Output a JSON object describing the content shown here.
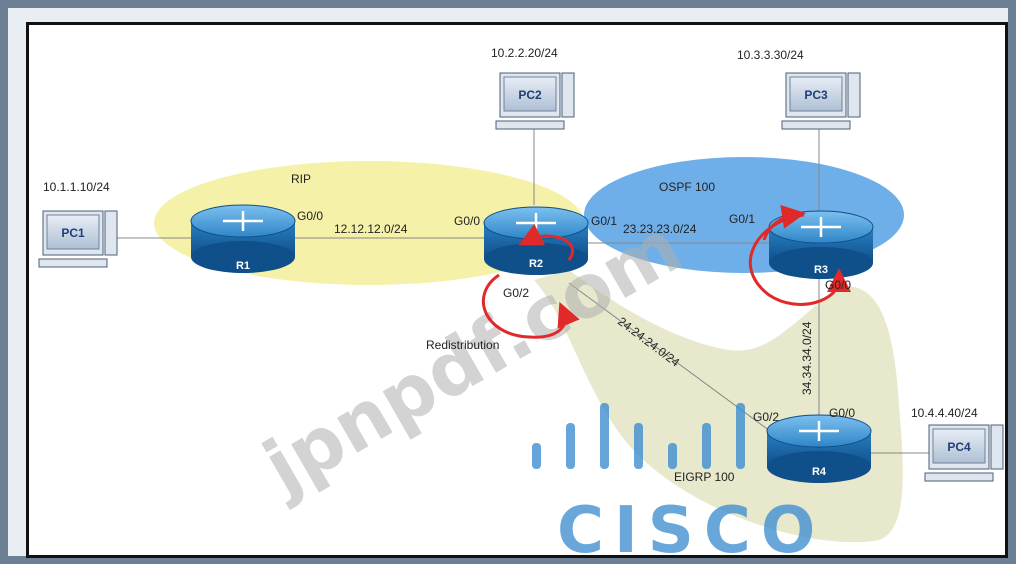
{
  "colors": {
    "rip_zone": "#f3ef9a",
    "ospf_zone": "#5aa4e6",
    "eigrp_zone": "#e4e6c7",
    "router_body": "#1d73b8",
    "router_top": "#4fa0dc",
    "redistribution_arrow": "#e02a2a",
    "cisco_logo": "#3f8fd2"
  },
  "zones": {
    "rip": "RIP",
    "ospf": "OSPF 100",
    "eigrp": "EIGRP 100"
  },
  "redistribution_label": "Redistribution",
  "pcs": {
    "pc1": {
      "label": "PC1",
      "ip": "10.1.1.10/24"
    },
    "pc2": {
      "label": "PC2",
      "ip": "10.2.2.20/24"
    },
    "pc3": {
      "label": "PC3",
      "ip": "10.3.3.30/24"
    },
    "pc4": {
      "label": "PC4",
      "ip": "10.4.4.40/24"
    }
  },
  "routers": {
    "r1": {
      "label": "R1"
    },
    "r2": {
      "label": "R2"
    },
    "r3": {
      "label": "R3"
    },
    "r4": {
      "label": "R4"
    }
  },
  "interfaces": {
    "r1_g0_0": "G0/0",
    "r2_g0_0": "G0/0",
    "r2_g0_1": "G0/1",
    "r2_g0_2": "G0/2",
    "r3_g0_1": "G0/1",
    "r3_g0_0": "G0/0",
    "r4_g0_2": "G0/2",
    "r4_g0_0": "G0/0"
  },
  "links": {
    "r1_r2": "12.12.12.0/24",
    "r2_r3": "23.23.23.0/24",
    "r2_r4": "24.24.24.0/24",
    "r3_r4": "34.34.34.0/24"
  },
  "watermark": "jpnpdf.com",
  "logo_text": "CISCO"
}
